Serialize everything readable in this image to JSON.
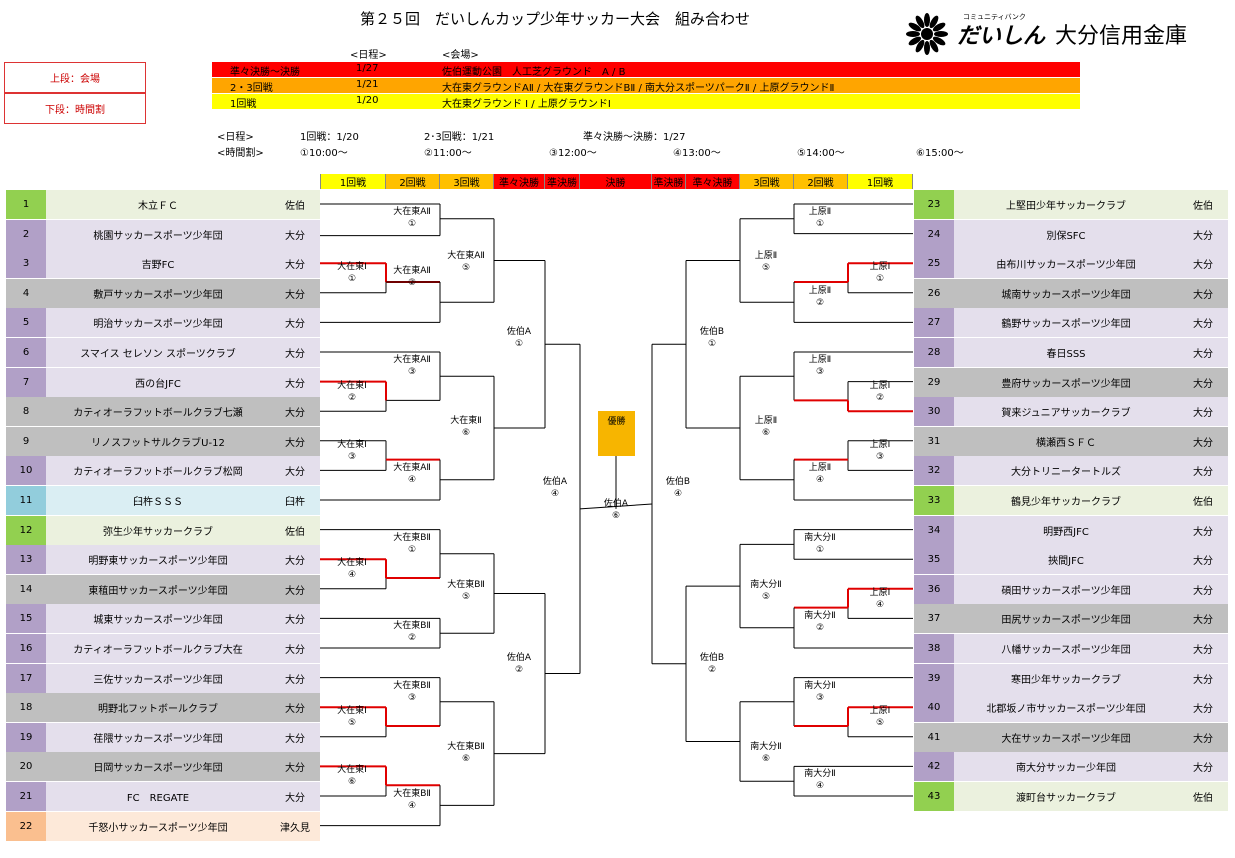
{
  "title": "第２５回　だいしんカップ少年サッカー大会　組み合わせ",
  "logo": {
    "small": "コミュニティバンク",
    "main": "だいしん",
    "bank": "大分信用金庫"
  },
  "legend": {
    "top": "上段：会場",
    "bottom": "下段：時間割"
  },
  "schedule_header": {
    "date": "<日程>",
    "venue": "<会場>"
  },
  "schedule_rows": [
    {
      "stage": "準々決勝～決勝",
      "date": "1/27",
      "venue": "佐伯運動公園　人工芝グラウンド　A / B",
      "color": "#ff0000"
    },
    {
      "stage": "2・3回戦",
      "date": "1/21",
      "venue": "大在東グラウンドAⅡ / 大在東グラウンドBⅡ / 南大分スポーツパークⅡ / 上原グラウンドⅡ",
      "color": "#ffa500"
    },
    {
      "stage": "1回戦",
      "date": "1/20",
      "venue": "大在東グラウンド Ⅰ / 上原グラウンドⅠ",
      "color": "#ffff00"
    }
  ],
  "info": {
    "date_label": "<日程>",
    "r1": "1回戦：1/20",
    "r23": "2･3回戦：1/21",
    "qf": "準々決勝～決勝：1/27",
    "time_label": "<時間割>",
    "times": [
      "①10:00～",
      "②11:00～",
      "③12:00～",
      "④13:00～",
      "⑤14:00～",
      "⑥15:00～"
    ]
  },
  "rounds": [
    {
      "label": "1回戦",
      "color": "#ffff00"
    },
    {
      "label": "2回戦",
      "color": "#ffc000"
    },
    {
      "label": "3回戦",
      "color": "#ffc000"
    },
    {
      "label": "準々決勝",
      "color": "#ff0000"
    },
    {
      "label": "準決勝",
      "color": "#ff0000"
    },
    {
      "label": "決勝",
      "color": "#ff0000"
    },
    {
      "label": "準決勝",
      "color": "#ff0000"
    },
    {
      "label": "準々決勝",
      "color": "#ff0000"
    },
    {
      "label": "3回戦",
      "color": "#ffc000"
    },
    {
      "label": "2回戦",
      "color": "#ffc000"
    },
    {
      "label": "1回戦",
      "color": "#ffff00"
    }
  ],
  "left_teams": [
    {
      "num": "1",
      "name": "木立ＦＣ",
      "pref": "佐伯",
      "c1": "#92d050",
      "c2": "#ebf1de"
    },
    {
      "num": "2",
      "name": "桃園サッカースポーツ少年団",
      "pref": "大分",
      "c1": "#b1a0c7",
      "c2": "#e4dfec"
    },
    {
      "num": "3",
      "name": "吉野FC",
      "pref": "大分",
      "c1": "#b1a0c7",
      "c2": "#e4dfec"
    },
    {
      "num": "4",
      "name": "敷戸サッカースポーツ少年団",
      "pref": "大分",
      "c1": "#bfbfbf",
      "c2": "#bfbfbf"
    },
    {
      "num": "5",
      "name": "明治サッカースポーツ少年団",
      "pref": "大分",
      "c1": "#b1a0c7",
      "c2": "#e4dfec"
    },
    {
      "num": "6",
      "name": "スマイス セレソン スポーツクラブ",
      "pref": "大分",
      "c1": "#b1a0c7",
      "c2": "#e4dfec"
    },
    {
      "num": "7",
      "name": "西の台JFC",
      "pref": "大分",
      "c1": "#b1a0c7",
      "c2": "#e4dfec"
    },
    {
      "num": "8",
      "name": "カティオーラフットボールクラブ七瀬",
      "pref": "大分",
      "c1": "#bfbfbf",
      "c2": "#bfbfbf"
    },
    {
      "num": "9",
      "name": "リノスフットサルクラブU-12",
      "pref": "大分",
      "c1": "#bfbfbf",
      "c2": "#bfbfbf"
    },
    {
      "num": "10",
      "name": "カティオーラフットボールクラブ松岡",
      "pref": "大分",
      "c1": "#b1a0c7",
      "c2": "#e4dfec"
    },
    {
      "num": "11",
      "name": "臼杵ＳＳＳ",
      "pref": "臼杵",
      "c1": "#92cddc",
      "c2": "#daeef3"
    },
    {
      "num": "12",
      "name": "弥生少年サッカークラブ",
      "pref": "佐伯",
      "c1": "#92d050",
      "c2": "#ebf1de"
    },
    {
      "num": "13",
      "name": "明野東サッカースポーツ少年団",
      "pref": "大分",
      "c1": "#b1a0c7",
      "c2": "#e4dfec"
    },
    {
      "num": "14",
      "name": "東稙田サッカースポーツ少年団",
      "pref": "大分",
      "c1": "#bfbfbf",
      "c2": "#bfbfbf"
    },
    {
      "num": "15",
      "name": "城東サッカースポーツ少年団",
      "pref": "大分",
      "c1": "#b1a0c7",
      "c2": "#e4dfec"
    },
    {
      "num": "16",
      "name": "カティオーラフットボールクラブ大在",
      "pref": "大分",
      "c1": "#b1a0c7",
      "c2": "#e4dfec"
    },
    {
      "num": "17",
      "name": "三佐サッカースポーツ少年団",
      "pref": "大分",
      "c1": "#b1a0c7",
      "c2": "#e4dfec"
    },
    {
      "num": "18",
      "name": "明野北フットボールクラブ",
      "pref": "大分",
      "c1": "#bfbfbf",
      "c2": "#bfbfbf"
    },
    {
      "num": "19",
      "name": "荏隈サッカースポーツ少年団",
      "pref": "大分",
      "c1": "#b1a0c7",
      "c2": "#e4dfec"
    },
    {
      "num": "20",
      "name": "日岡サッカースポーツ少年団",
      "pref": "大分",
      "c1": "#bfbfbf",
      "c2": "#bfbfbf"
    },
    {
      "num": "21",
      "name": "FC　REGATE",
      "pref": "大分",
      "c1": "#b1a0c7",
      "c2": "#e4dfec"
    },
    {
      "num": "22",
      "name": "千怒小サッカースポーツ少年団",
      "pref": "津久見",
      "c1": "#fabf8f",
      "c2": "#fde9d9"
    }
  ],
  "right_teams": [
    {
      "num": "23",
      "name": "上堅田少年サッカークラブ",
      "pref": "佐伯",
      "c1": "#92d050",
      "c2": "#ebf1de"
    },
    {
      "num": "24",
      "name": "別保SFC",
      "pref": "大分",
      "c1": "#b1a0c7",
      "c2": "#e4dfec"
    },
    {
      "num": "25",
      "name": "由布川サッカースポーツ少年団",
      "pref": "大分",
      "c1": "#b1a0c7",
      "c2": "#e4dfec"
    },
    {
      "num": "26",
      "name": "城南サッカースポーツ少年団",
      "pref": "大分",
      "c1": "#bfbfbf",
      "c2": "#bfbfbf"
    },
    {
      "num": "27",
      "name": "鶴野サッカースポーツ少年団",
      "pref": "大分",
      "c1": "#b1a0c7",
      "c2": "#e4dfec"
    },
    {
      "num": "28",
      "name": "春日SSS",
      "pref": "大分",
      "c1": "#b1a0c7",
      "c2": "#e4dfec"
    },
    {
      "num": "29",
      "name": "豊府サッカースポーツ少年団",
      "pref": "大分",
      "c1": "#bfbfbf",
      "c2": "#bfbfbf"
    },
    {
      "num": "30",
      "name": "賀来ジュニアサッカークラブ",
      "pref": "大分",
      "c1": "#b1a0c7",
      "c2": "#e4dfec"
    },
    {
      "num": "31",
      "name": "横瀬西ＳＦＣ",
      "pref": "大分",
      "c1": "#bfbfbf",
      "c2": "#bfbfbf"
    },
    {
      "num": "32",
      "name": "大分トリニータートルズ",
      "pref": "大分",
      "c1": "#b1a0c7",
      "c2": "#e4dfec"
    },
    {
      "num": "33",
      "name": "鶴見少年サッカークラブ",
      "pref": "佐伯",
      "c1": "#92d050",
      "c2": "#ebf1de"
    },
    {
      "num": "34",
      "name": "明野西JFC",
      "pref": "大分",
      "c1": "#b1a0c7",
      "c2": "#e4dfec"
    },
    {
      "num": "35",
      "name": "挾間JFC",
      "pref": "大分",
      "c1": "#b1a0c7",
      "c2": "#e4dfec"
    },
    {
      "num": "36",
      "name": "碩田サッカースポーツ少年団",
      "pref": "大分",
      "c1": "#b1a0c7",
      "c2": "#e4dfec"
    },
    {
      "num": "37",
      "name": "田尻サッカースポーツ少年団",
      "pref": "大分",
      "c1": "#bfbfbf",
      "c2": "#bfbfbf"
    },
    {
      "num": "38",
      "name": "八幡サッカースポーツ少年団",
      "pref": "大分",
      "c1": "#b1a0c7",
      "c2": "#e4dfec"
    },
    {
      "num": "39",
      "name": "寒田少年サッカークラブ",
      "pref": "大分",
      "c1": "#b1a0c7",
      "c2": "#e4dfec"
    },
    {
      "num": "40",
      "name": "北郡坂ノ市サッカースポーツ少年団",
      "pref": "大分",
      "c1": "#b1a0c7",
      "c2": "#e4dfec"
    },
    {
      "num": "41",
      "name": "大在サッカースポーツ少年団",
      "pref": "大分",
      "c1": "#bfbfbf",
      "c2": "#bfbfbf"
    },
    {
      "num": "42",
      "name": "南大分サッカー少年団",
      "pref": "大分",
      "c1": "#b1a0c7",
      "c2": "#e4dfec"
    },
    {
      "num": "43",
      "name": "渡町台サッカークラブ",
      "pref": "佐伯",
      "c1": "#92d050",
      "c2": "#ebf1de"
    }
  ],
  "champion_label": "優勝",
  "venue_labels": {
    "daizaihigashi_1": "大在東Ⅰ",
    "daizaihigashi_a2": "大在東AⅡ",
    "daizaihigashi_b2": "大在東BⅡ",
    "daizaihigashi_2": "大在東Ⅱ",
    "saiki_a": "佐伯A",
    "saiki_b": "佐伯B",
    "uehara_1": "上原Ⅰ",
    "uehara_2": "上原Ⅱ",
    "minamioita_2": "南大分Ⅱ"
  },
  "slot_marks": [
    "①",
    "②",
    "③",
    "④",
    "⑤",
    "⑥"
  ]
}
